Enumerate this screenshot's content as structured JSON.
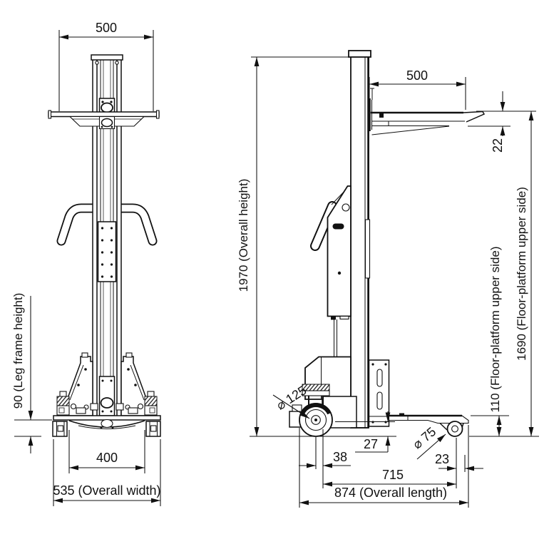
{
  "diagram": {
    "background": "#ffffff",
    "line_color": "#111111",
    "front_view": {
      "top_width": "500",
      "leg_frame_height": "90 (Leg frame height)",
      "track_width": "400",
      "overall_width": "535 (Overall width)"
    },
    "side_view": {
      "platform_depth": "500",
      "platform_lip": "22",
      "overall_height": "1970 (Overall height)",
      "platform_lowered": "110 (Floor-platform upper side)",
      "platform_raised": "1690 (Floor-platform upper side)",
      "castor_diameter": "⌀ 125",
      "platform_clearance": "27",
      "castor_offset": "38",
      "roller_diameter": "⌀ 75",
      "roller_offset": "23",
      "leg_length": "715",
      "overall_length": "874 (Overall length)"
    }
  }
}
